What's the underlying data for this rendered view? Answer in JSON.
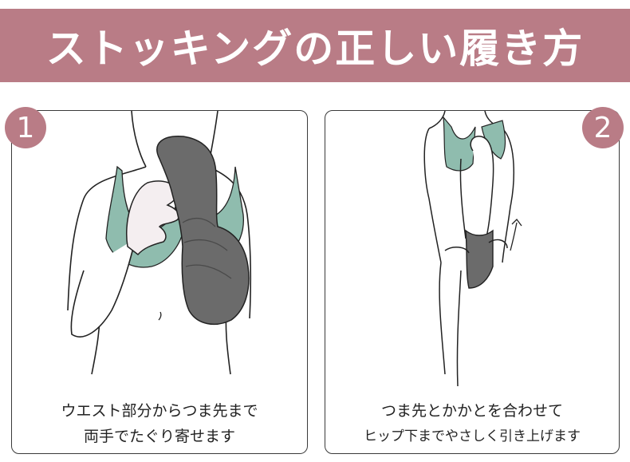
{
  "header": {
    "title": "ストッキングの正しい履き方",
    "background": "#b97c86"
  },
  "steps": [
    {
      "number": "1",
      "lines": [
        "ウエスト部分からつま先まで",
        "両手でたぐり寄せます"
      ]
    },
    {
      "number": "2",
      "lines": [
        "つま先とかかとを合わせて",
        "ヒップ下までやさしく引き上げます"
      ]
    }
  ],
  "colors": {
    "accent": "#b97c86",
    "bra": "#8fbcae",
    "stocking": "#6b6b6b",
    "skin_glove": "#f4eef0"
  }
}
